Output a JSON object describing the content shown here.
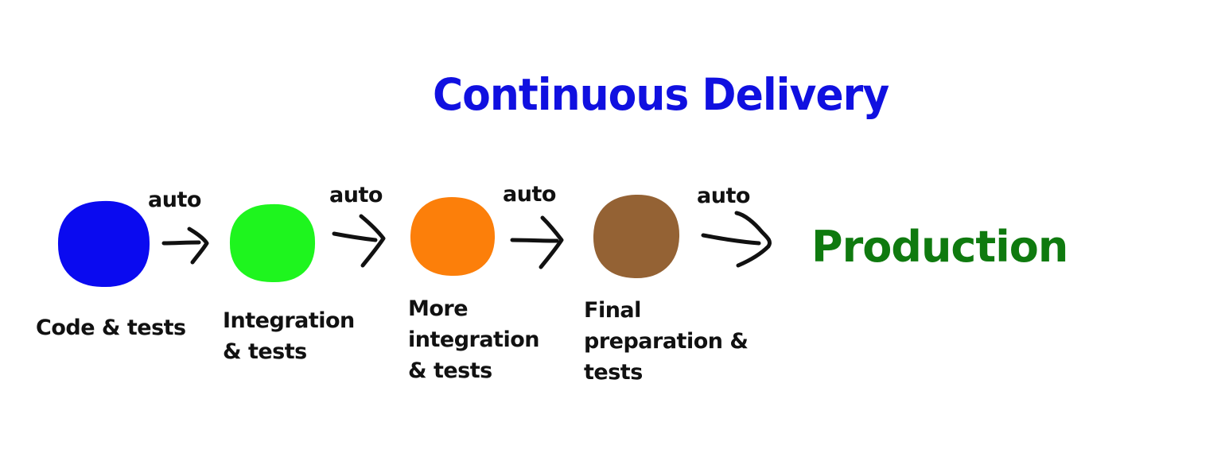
{
  "title": "Continuous Delivery",
  "stages": [
    {
      "label": "Code & tests",
      "color": "#0a0af0"
    },
    {
      "label": "Integration\n& tests",
      "color": "#1ef51e"
    },
    {
      "label": "More\nintegration\n& tests",
      "color": "#fc7f0a"
    },
    {
      "label": "Final\npreparation &\ntests",
      "color": "#946234"
    }
  ],
  "transitions": [
    {
      "label": "auto"
    },
    {
      "label": "auto"
    },
    {
      "label": "auto"
    },
    {
      "label": "auto"
    }
  ],
  "destination": {
    "label": "Production",
    "color": "#0f7a0f"
  }
}
